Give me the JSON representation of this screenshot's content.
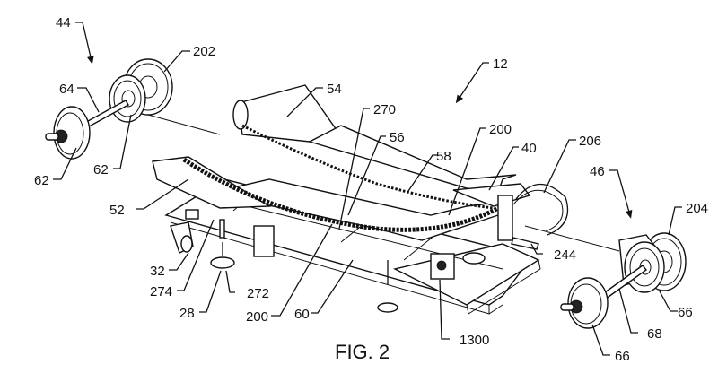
{
  "figure": {
    "caption": "FIG. 2",
    "labels": {
      "l44": "44",
      "l202": "202",
      "l64": "64",
      "l62a": "62",
      "l62b": "62",
      "l12": "12",
      "l54": "54",
      "l270": "270",
      "l56": "56",
      "l200a": "200",
      "l58": "58",
      "l40": "40",
      "l206": "206",
      "l46": "46",
      "l204": "204",
      "l52": "52",
      "l32": "32",
      "l274": "274",
      "l272": "272",
      "l28": "28",
      "l200b": "200",
      "l60": "60",
      "l244": "244",
      "l1300": "1300",
      "l66a": "66",
      "l68": "68",
      "l66b": "66"
    }
  }
}
